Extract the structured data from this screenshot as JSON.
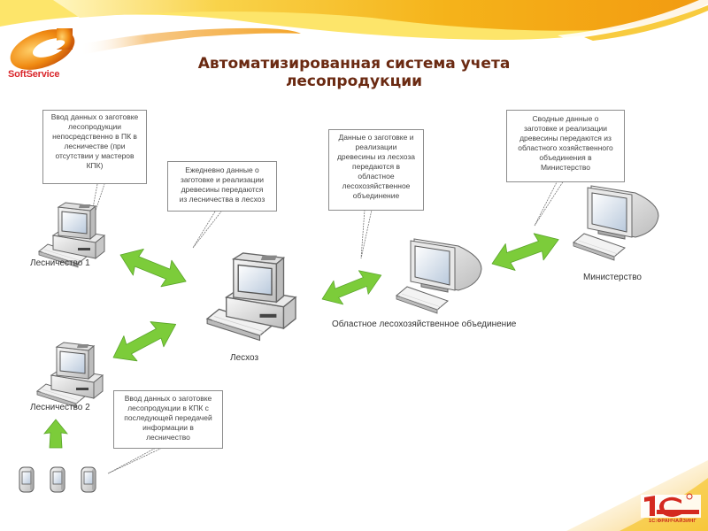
{
  "slide": {
    "title_line1": "Автоматизированная система учета",
    "title_line2": "лесопродукции"
  },
  "branding": {
    "company_logo_text": "SoftService",
    "partner_logo_text": "1С:ФРАНЧАЙЗИНГ",
    "partner_logo_mark": "1С",
    "accent_color": "#f5a800",
    "logo_red": "#d9262b",
    "title_color": "#6b2a12",
    "arrow_green": "#7ccc3a"
  },
  "nodes": {
    "lesnichestvo1": "Лесничество 1",
    "lesnichestvo2": "Лесничество 2",
    "leskhoz": "Лесхоз",
    "oblast": "Областное лесохозяйственное объединение",
    "ministry": "Министерство"
  },
  "callouts": {
    "input_pc": [
      "Ввод данных о заготовке",
      "лесопродукции",
      "непосредственно в ПК в",
      "лесничестве (при",
      "отсутствии у мастеров",
      "КПК)"
    ],
    "daily": [
      "Ежедневно данные о",
      "заготовке и реализации",
      "древесины передаются",
      "из лесничества в лесхоз"
    ],
    "to_oblast": [
      "Данные о заготовке и",
      "реализации",
      "древесины из лесхоза",
      "передаются в",
      "областное",
      "лесохозяйственное",
      "объединение"
    ],
    "to_ministry": [
      "Сводные данные о",
      "заготовке и реализации",
      "древесины передаются из",
      "областного хозяйственного",
      "объединения в",
      "Министерство"
    ],
    "input_pda": [
      "Ввод данных о заготовке",
      "лесопродукции в КПК с",
      "последующей передачей",
      "информации в",
      "лесничество"
    ]
  },
  "icons": {
    "desktop": "desktop-computer-icon",
    "crt": "crt-monitor-icon",
    "pda": "pda-device-icon",
    "arrow": "double-arrow-icon"
  }
}
